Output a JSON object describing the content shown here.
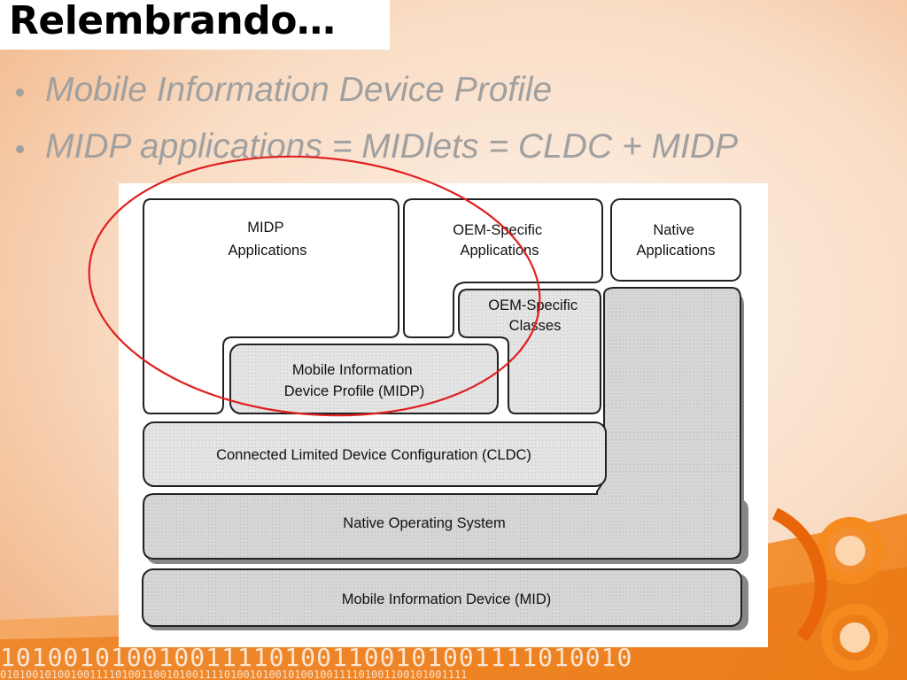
{
  "slide": {
    "title": "Relembrando…",
    "bullets": [
      "Mobile Information Device Profile",
      "MIDP applications = MIDlets = CLDC + MIDP"
    ]
  },
  "diagram": {
    "midp_applications": [
      "MIDP",
      "Applications"
    ],
    "oem_specific_applications": [
      "OEM-Specific",
      "Applications"
    ],
    "native_applications": [
      "Native",
      "Applications"
    ],
    "oem_specific_classes": [
      "OEM-Specific",
      "Classes"
    ],
    "midp": [
      "Mobile Information",
      "Device Profile (MIDP)"
    ],
    "cldc": "Connected Limited Device Configuration (CLDC)",
    "native_os": "Native Operating System",
    "mid": "Mobile Information Device (MID)"
  },
  "colors": {
    "accent": "#f08a1c",
    "annotation": "#e02020",
    "shaded_box": "#d8d8d8",
    "bullet_text": "#a0a0a0"
  },
  "binary_strip": {
    "line1": "1010010100100111101001100101001111010010",
    "line2": "0101001010010011110100110010100111101001010010100100111101001100101001111"
  }
}
